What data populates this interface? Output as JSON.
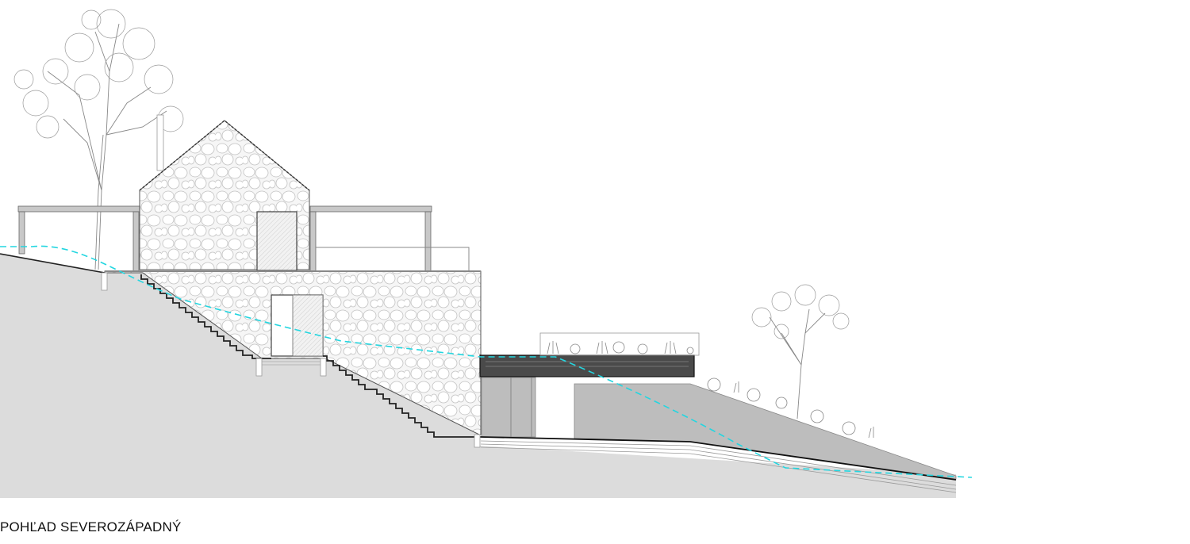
{
  "drawing": {
    "title": "POHĽAD SEVEROZÁPADNÝ",
    "view_type": "architectural elevation",
    "elements": {
      "terrain": "ground-section",
      "stone_house": "gabled stone house with green roof",
      "pergola": "steel pergola frames",
      "stairs": "exterior stairs along slope",
      "green_roof_slab": "dark cantilevered roof slab with planting",
      "sloped_green_roof": "sloped planted roof",
      "original_terrain_line": "dashed cyan line",
      "trees": [
        "large tree left",
        "small tree right"
      ]
    },
    "colors": {
      "ground": "#dcdcdc",
      "stone_fill": "#f4f4f4",
      "stone_stroke": "#c4c4c4",
      "dark_slab": "#4a4a4a",
      "concrete": "#bdbdbd",
      "terrain_line": "#23d6e0",
      "outline": "#222222"
    }
  }
}
